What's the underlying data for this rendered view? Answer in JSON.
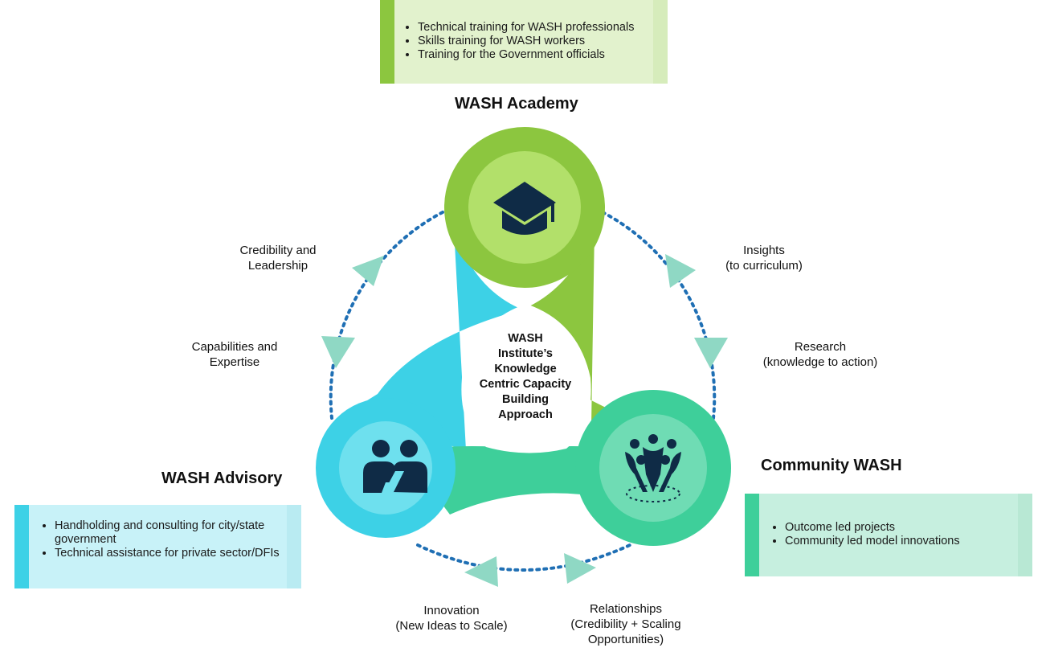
{
  "center": {
    "lines": [
      "WASH",
      "Institute’s",
      "Knowledge",
      "Centric Capacity",
      "Building",
      "Approach"
    ]
  },
  "nodes": {
    "academy": {
      "title": "WASH Academy",
      "icon": "graduation-cap-icon",
      "color": "#8cc63f",
      "items": [
        "Technical training for WASH professionals",
        "Skills training for WASH workers",
        "Training for the Government officials"
      ]
    },
    "advisory": {
      "title": "WASH Advisory",
      "icon": "consulting-people-icon",
      "color": "#3dd1e6",
      "items": [
        "Handholding and consulting for city/state government",
        "Technical assistance for private sector/DFIs"
      ]
    },
    "community": {
      "title": "Community WASH",
      "icon": "community-group-icon",
      "color": "#3ecf9a",
      "items": [
        "Outcome led projects",
        "Community led model innovations"
      ]
    }
  },
  "flows": {
    "credibility": [
      "Credibility and",
      "Leadership"
    ],
    "capabilities": [
      "Capabilities and",
      "Expertise"
    ],
    "insights": [
      "Insights",
      "(to curriculum)"
    ],
    "research": [
      "Research",
      "(knowledge to action)"
    ],
    "innovation": [
      "Innovation",
      "(New Ideas to Scale)"
    ],
    "relationships": [
      "Relationships",
      "(Credibility + Scaling",
      "Opportunities)"
    ]
  }
}
